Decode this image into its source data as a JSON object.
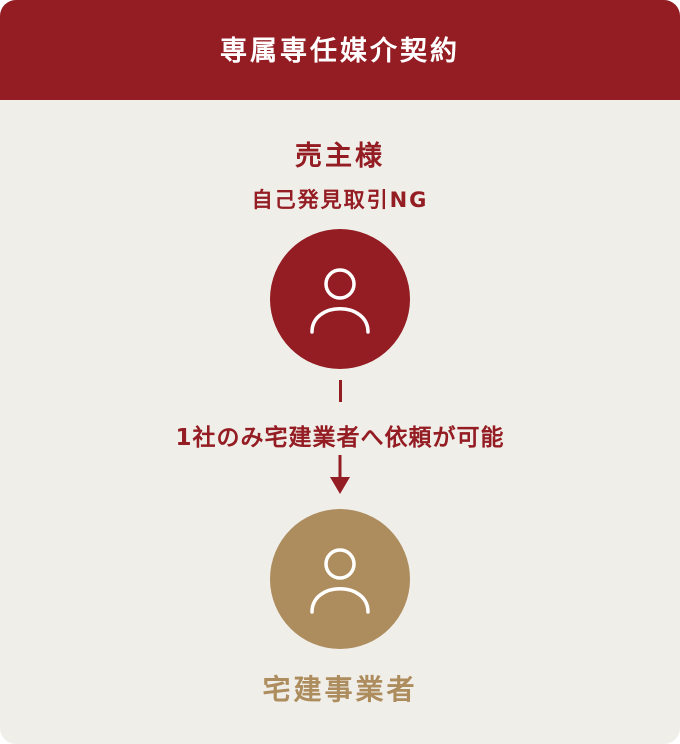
{
  "header": {
    "title": "専属専任媒介契約",
    "color": "#941c23"
  },
  "seller": {
    "title": "売主様",
    "note": "自己発見取引NG",
    "icon": "person-icon",
    "color": "#941c23"
  },
  "flow": {
    "label": "1社のみ宅建業者へ依頼が可能",
    "icon": "arrow-down-icon"
  },
  "agent": {
    "label": "宅建事業者",
    "icon": "person-icon",
    "color": "#ad8c5e"
  },
  "background": "#f0eee9"
}
